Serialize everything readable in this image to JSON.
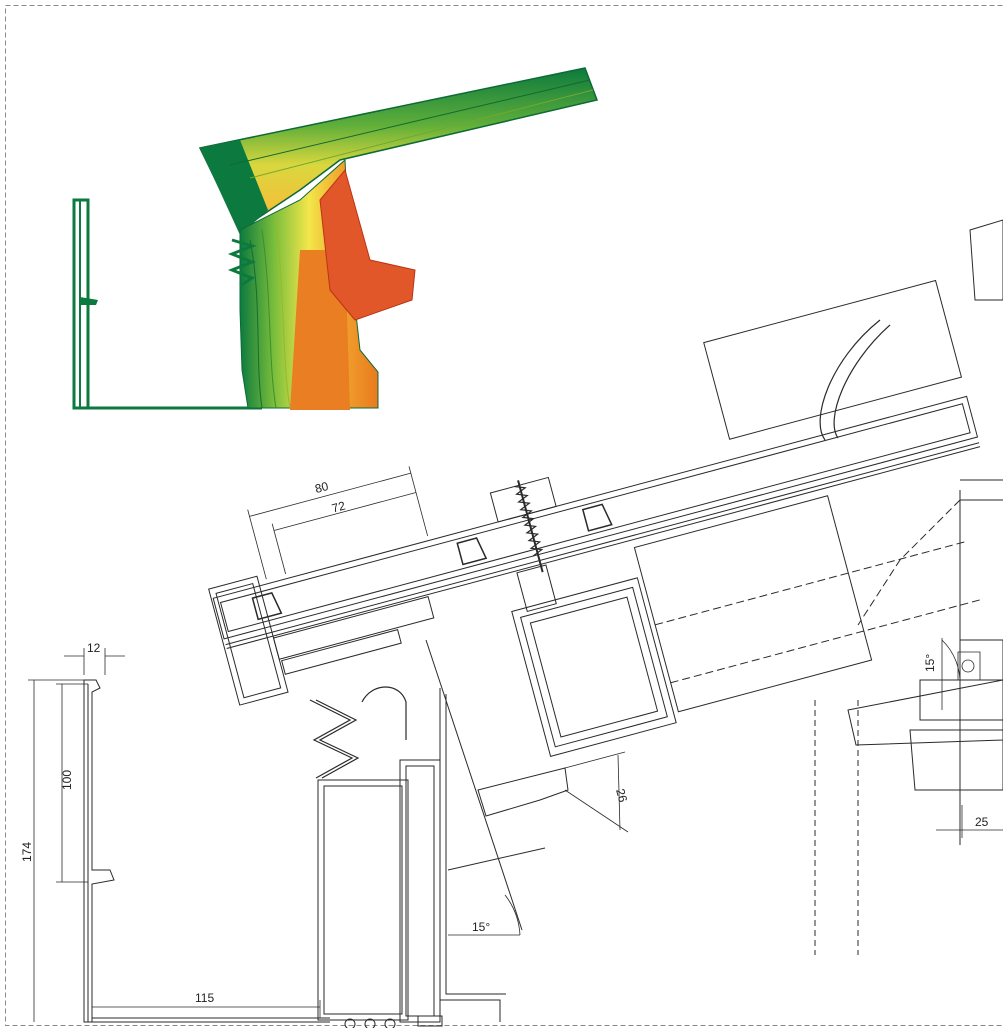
{
  "dimensions": {
    "d80": "80",
    "d72": "72",
    "d12": "12",
    "d100": "100",
    "d174": "174",
    "d115": "115",
    "d26": "26",
    "d25": "25",
    "angle_upper": "15°",
    "angle_lower": "15°"
  },
  "colors": {
    "line": "#2a2a2a",
    "frame_border": "#8a8a8a",
    "thermal_cold": "#0c7a3e",
    "thermal_mid": "#f2e34a",
    "thermal_warm": "#e97a1f",
    "thermal_hot": "#d6421c"
  }
}
